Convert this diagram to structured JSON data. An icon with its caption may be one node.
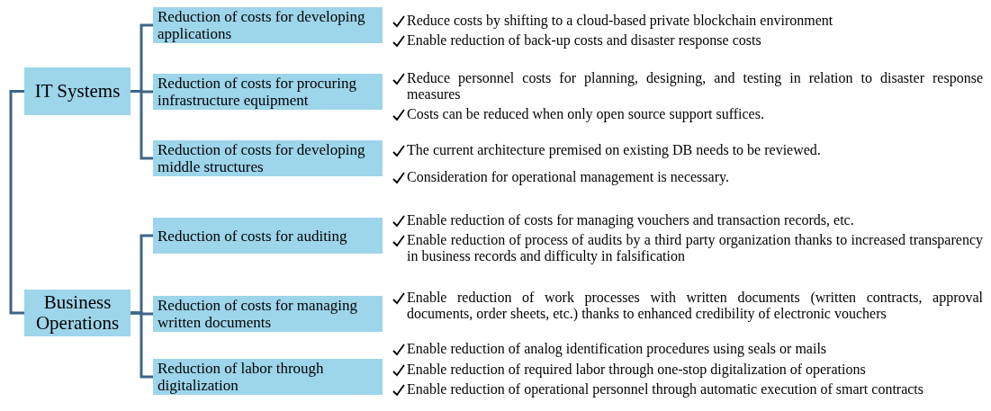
{
  "diagram": {
    "nodes": [
      {
        "text": [
          "IT Systems"
        ]
      },
      {
        "text": [
          "Reduction of costs for developing applications"
        ],
        "beside": [
          "Reduce costs by shifting to a cloud-based private blockchain environment",
          "Enable reduction of back-up costs and disaster response costs"
        ]
      },
      {
        "text": [
          "Reduction of costs for procuring infrastructure equipment"
        ],
        "beside": [
          "Reduce personnel costs for planning, designing, and testing in relation to disaster response measures",
          "Costs can be reduced when only open source support suffices."
        ]
      },
      {
        "text": [
          "Reduction of costs for developing middle structures"
        ],
        "beside": [
          "The current architecture premised on existing DB needs to be reviewed.",
          "Consideration for operational management is necessary."
        ]
      },
      {
        "text": [
          "Business Operations"
        ]
      },
      {
        "text": [
          "Reduction of costs for auditing"
        ],
        "beside": [
          "Enable reduction of costs for managing vouchers and transaction records, etc.",
          "Enable reduction of process of audits by a third party organization thanks to increased transparency in business records and difficulty in falsification"
        ]
      },
      {
        "text": [
          "Reduction of costs for managing written documents"
        ],
        "beside": [
          "Enable reduction of work processes with written documents (written contracts, approval documents, order sheets, etc.) thanks to enhanced credibility of electronic vouchers",
          "Enable reduction of analog identification procedures using seals or mails"
        ]
      },
      {
        "text": [
          "Reduction of labor through digitalization"
        ],
        "beside": [
          "Enable reduction of required labor through one-stop digitalization of operations",
          "Enable reduction of operational personnel through automatic execution of smart contracts"
        ]
      }
    ],
    "edges": [
      {
        "from": 0,
        "to": 4,
        "arrow": "none"
      },
      {
        "from": 0,
        "to": 1,
        "arrow": "none"
      },
      {
        "from": 0,
        "to": 2,
        "arrow": "none"
      },
      {
        "from": 0,
        "to": 3,
        "arrow": "none"
      },
      {
        "from": 4,
        "to": 5,
        "arrow": "none"
      },
      {
        "from": 4,
        "to": 6,
        "arrow": "none"
      },
      {
        "from": 4,
        "to": 7,
        "arrow": "none"
      }
    ]
  }
}
